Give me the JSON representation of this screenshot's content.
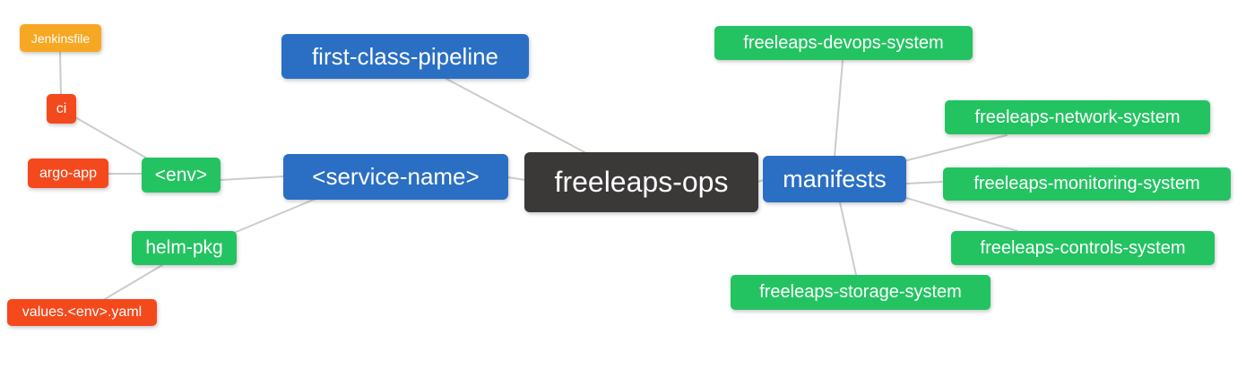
{
  "diagram": {
    "type": "mindmap",
    "root": "freeleaps-ops",
    "colors": {
      "blue": "#2a6fc4",
      "green": "#23c362",
      "orange": "#f7a823",
      "red": "#f4491d",
      "dark": "#3b3838",
      "edge": "#cccccc",
      "text": "#ffffff",
      "background": "#ffffff"
    },
    "nodes": {
      "freeleaps_ops": {
        "label": "freeleaps-ops",
        "color": "dark"
      },
      "first_class_pipeline": {
        "label": "first-class-pipeline",
        "color": "blue"
      },
      "service_name": {
        "label": "<service-name>",
        "color": "blue"
      },
      "manifests": {
        "label": "manifests",
        "color": "blue"
      },
      "env": {
        "label": "<env>",
        "color": "green"
      },
      "helm_pkg": {
        "label": "helm-pkg",
        "color": "green"
      },
      "jenkinsfile": {
        "label": "Jenkinsfile",
        "color": "orange"
      },
      "ci": {
        "label": "ci",
        "color": "red"
      },
      "argo_app": {
        "label": "argo-app",
        "color": "red"
      },
      "values_env_yaml": {
        "label": "values.<env>.yaml",
        "color": "red"
      },
      "devops_system": {
        "label": "freeleaps-devops-system",
        "color": "green"
      },
      "network_system": {
        "label": "freeleaps-network-system",
        "color": "green"
      },
      "monitoring_system": {
        "label": "freeleaps-monitoring-system",
        "color": "green"
      },
      "controls_system": {
        "label": "freeleaps-controls-system",
        "color": "green"
      },
      "storage_system": {
        "label": "freeleaps-storage-system",
        "color": "green"
      }
    },
    "edges": [
      {
        "from": "jenkinsfile",
        "to": "ci"
      },
      {
        "from": "ci",
        "to": "env"
      },
      {
        "from": "argo_app",
        "to": "env"
      },
      {
        "from": "env",
        "to": "service_name"
      },
      {
        "from": "helm_pkg",
        "to": "service_name"
      },
      {
        "from": "values_env_yaml",
        "to": "helm_pkg"
      },
      {
        "from": "first_class_pipeline",
        "to": "freeleaps_ops"
      },
      {
        "from": "service_name",
        "to": "freeleaps_ops"
      },
      {
        "from": "freeleaps_ops",
        "to": "manifests"
      },
      {
        "from": "manifests",
        "to": "devops_system"
      },
      {
        "from": "manifests",
        "to": "network_system"
      },
      {
        "from": "manifests",
        "to": "monitoring_system"
      },
      {
        "from": "manifests",
        "to": "controls_system"
      },
      {
        "from": "manifests",
        "to": "storage_system"
      }
    ]
  }
}
